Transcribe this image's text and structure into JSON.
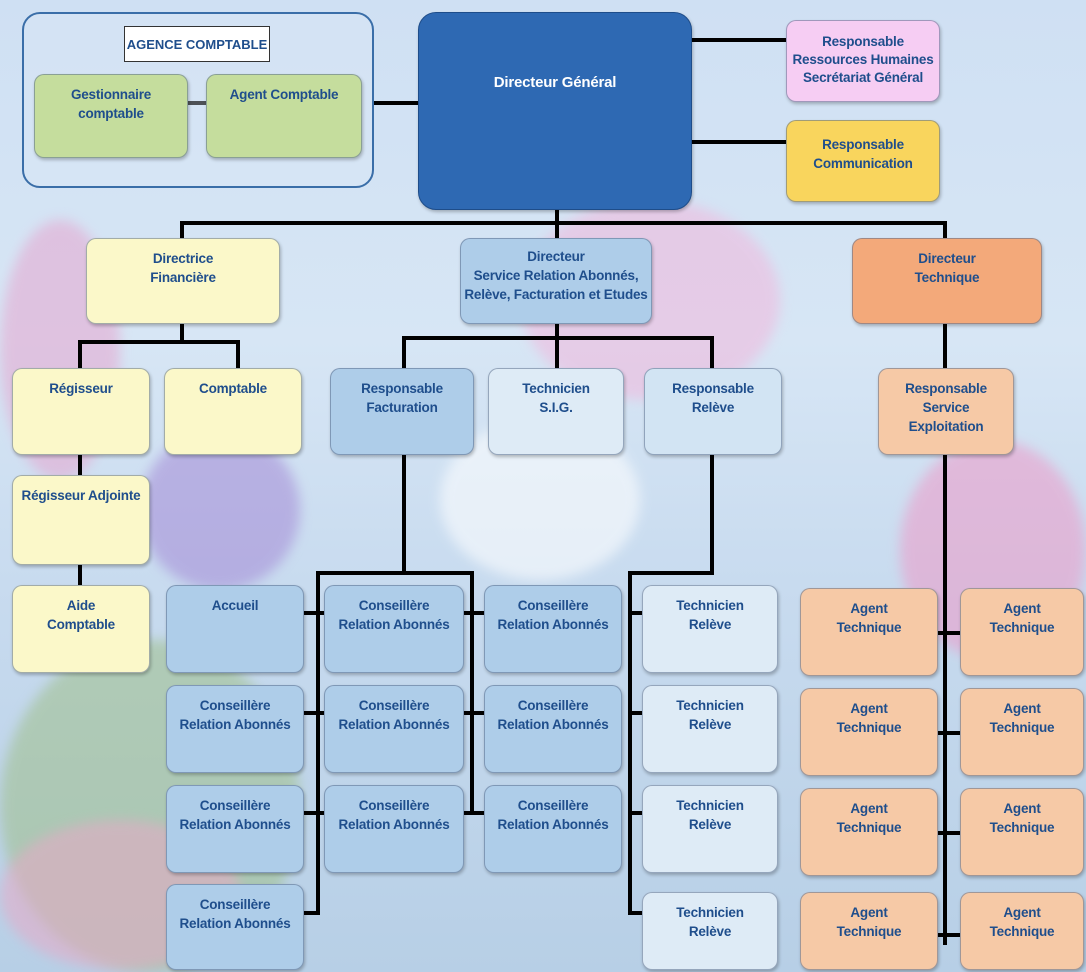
{
  "agence": {
    "title": "AGENCE COMPTABLE",
    "gestionnaire": "Gestionnaire\ncomptable",
    "agent_comptable": "Agent Comptable"
  },
  "directeur_general": "Directeur Général",
  "rh": "Responsable\nRessources Humaines\nSecrétariat Général",
  "communication": "Responsable\nCommunication",
  "directrice_financiere": "Directrice\nFinancière",
  "directeur_service": "Directeur\nService Relation Abonnés,\nRelève, Facturation et Etudes",
  "directeur_technique": "Directeur\nTechnique",
  "finance": {
    "regisseur": "Régisseur",
    "comptable": "Comptable",
    "regisseur_adjointe": "Régisseur Adjointe",
    "aide_comptable": "Aide\nComptable"
  },
  "service": {
    "resp_facturation": "Responsable\nFacturation",
    "technicien_sig": "Technicien\nS.I.G.",
    "resp_releve": "Responsable\nRelève",
    "accueil": "Accueil",
    "conseillere": "Conseillère\nRelation Abonnés",
    "technicien_releve": "Technicien\nRelève"
  },
  "technique": {
    "resp_exploitation": "Responsable\nService\nExploitation",
    "agent_technique": "Agent\nTechnique"
  },
  "colors": {
    "directeur_general": "#2e69b3",
    "finance": "#fbf8c9",
    "agence": "#c5dd9d",
    "service": "#aecde9",
    "technique": "#f6c9a6",
    "rh": "#f6cdf3",
    "communication": "#f9d55d"
  }
}
